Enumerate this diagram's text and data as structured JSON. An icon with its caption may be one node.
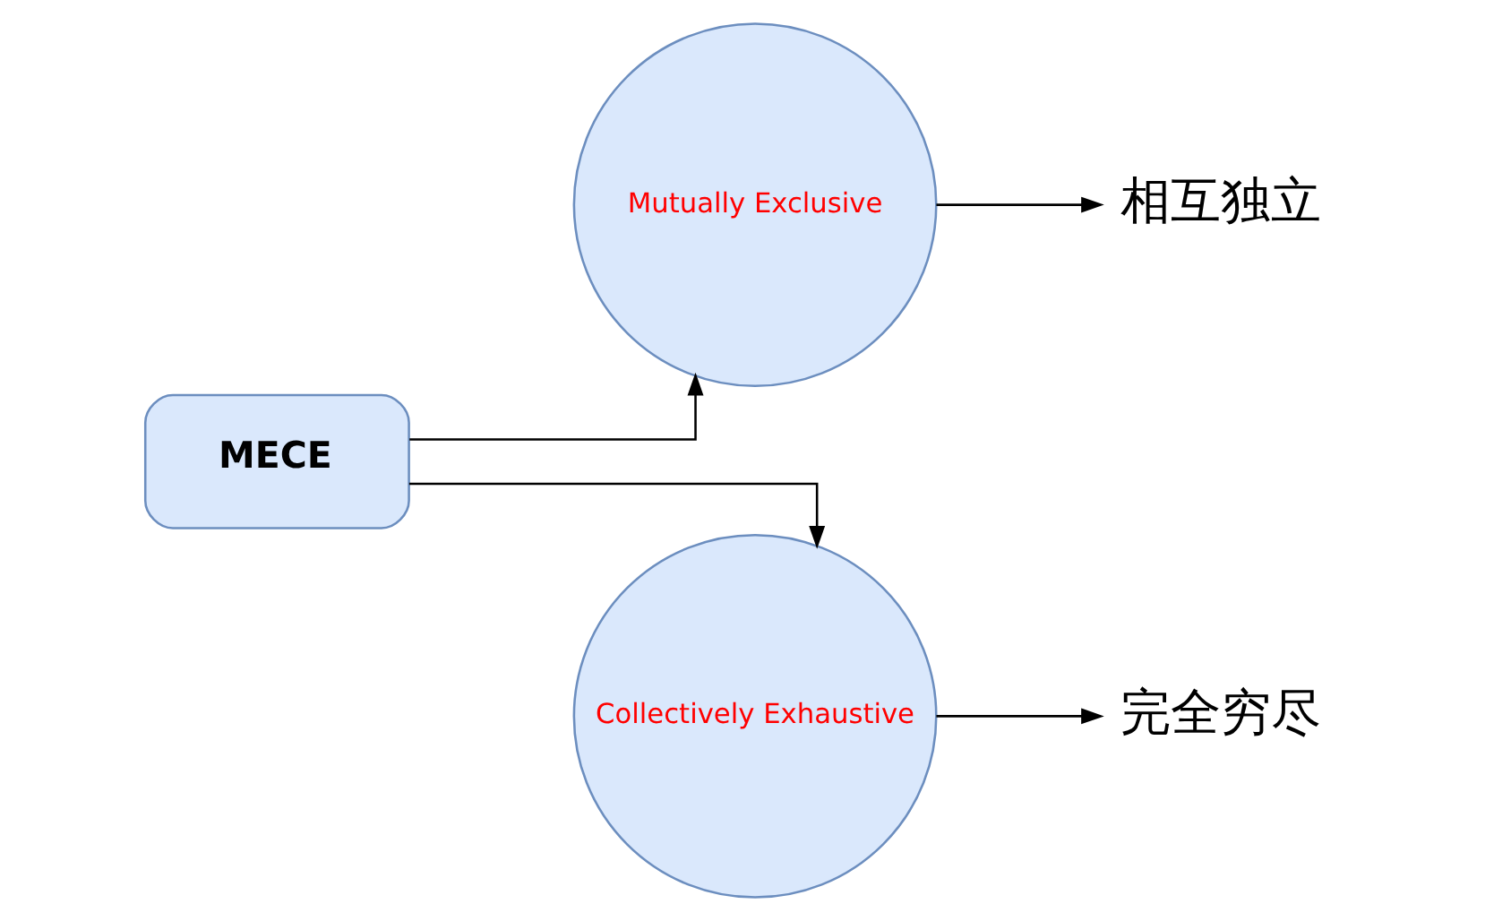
{
  "diagram": {
    "nodes": [
      {
        "text": [
          "MECE"
        ]
      },
      {
        "text": [
          "Mutually Exclusive"
        ]
      },
      {
        "text": [
          "Collectively Exhaustive"
        ]
      },
      {
        "text": [
          "相互独立"
        ]
      },
      {
        "text": [
          "完全穷尽"
        ]
      }
    ],
    "edges": [
      {
        "from": 0,
        "to": 1,
        "arrow": "to"
      },
      {
        "from": 0,
        "to": 2,
        "arrow": "to"
      },
      {
        "from": 1,
        "to": 3,
        "arrow": "to"
      },
      {
        "from": 2,
        "to": 4,
        "arrow": "to"
      }
    ]
  }
}
